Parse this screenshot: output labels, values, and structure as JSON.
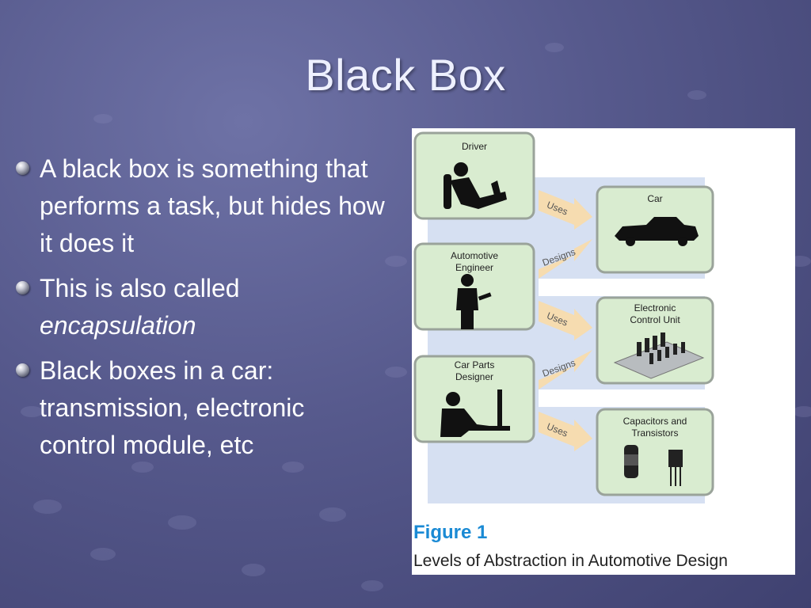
{
  "slide": {
    "title": "Black Box",
    "bullets": [
      {
        "text": "A black box is something that performs a task, but hides how it does it",
        "emphasis": ""
      },
      {
        "text": "This is also called",
        "emphasis": "encapsulation"
      },
      {
        "text": "Black boxes in a car: transmission, electronic control module, etc",
        "emphasis": ""
      }
    ]
  },
  "figure": {
    "caption_title": "Figure 1",
    "caption_text": "Levels of Abstraction in Automotive Design",
    "left_boxes": [
      "Driver",
      "Automotive Engineer",
      "Car Parts Designer"
    ],
    "right_boxes": [
      "Car",
      "Electronic Control Unit",
      "Capacitors and Transistors"
    ],
    "arrows": [
      "Uses",
      "Designs",
      "Uses",
      "Designs",
      "Uses"
    ],
    "colors": {
      "box_fill": "#d9ecd0",
      "box_border": "#9aa39a",
      "band": "#d6e0f2",
      "arrow": "#f6dcb0",
      "caption": "#1a8ad4"
    }
  }
}
